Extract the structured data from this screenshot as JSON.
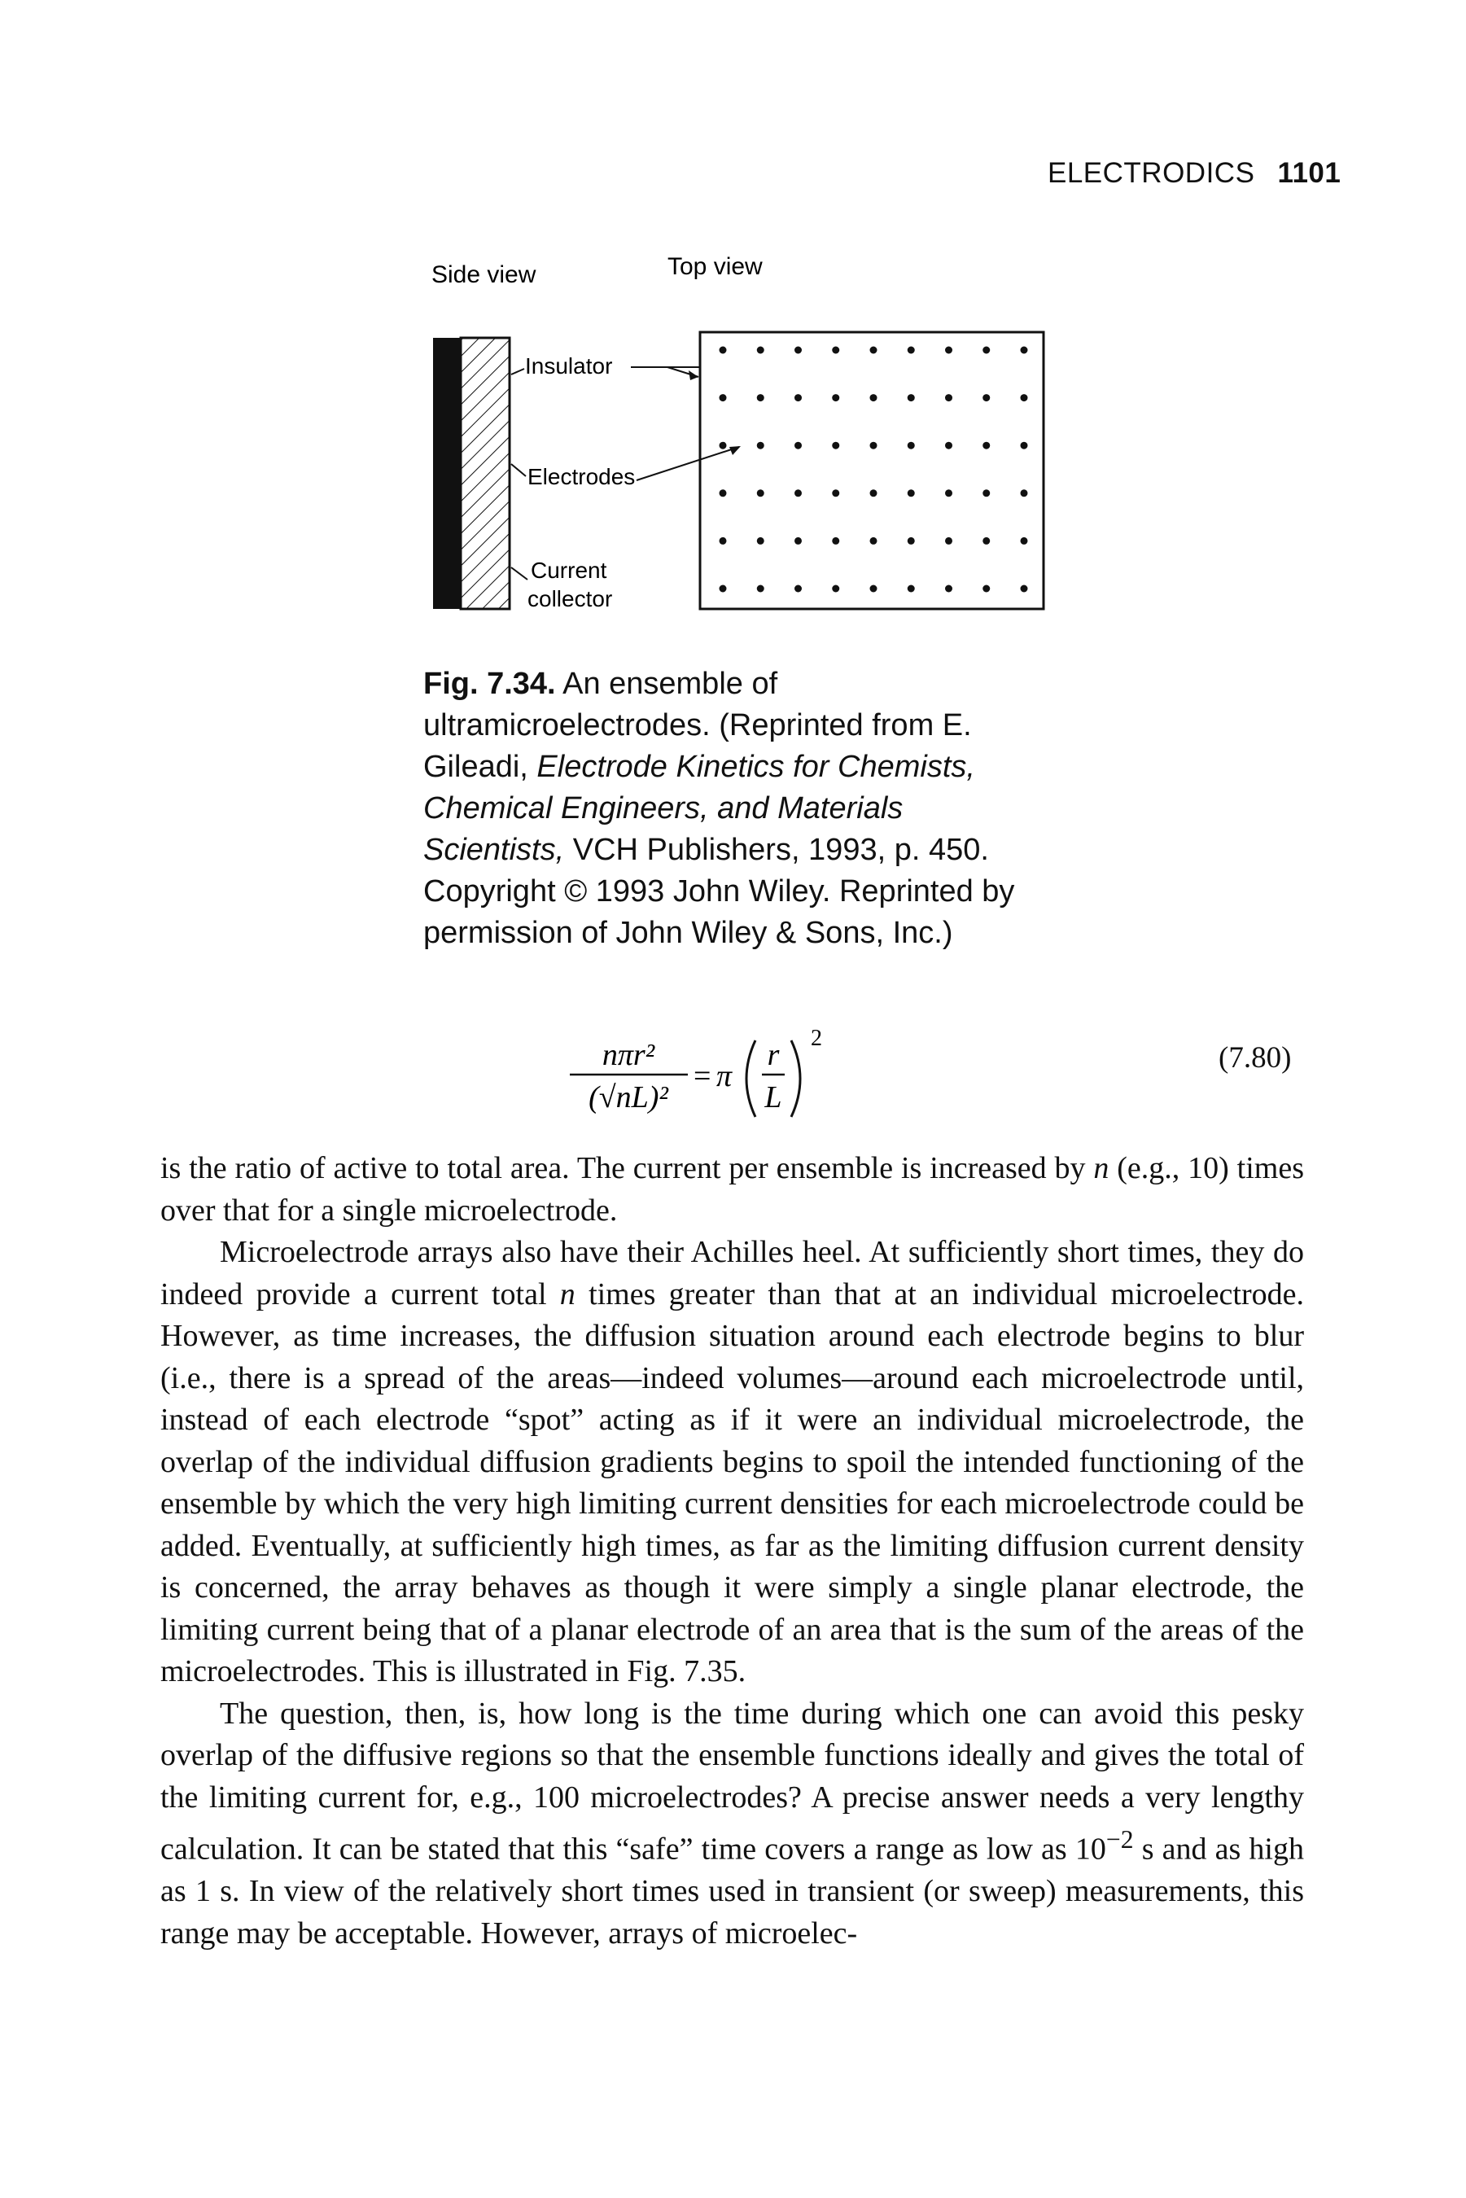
{
  "running_head": {
    "title": "ELECTRODICS",
    "page_number": "1101"
  },
  "figure": {
    "side_view_label": "Side view",
    "top_view_label": "Top view",
    "insulator_label": "Insulator",
    "electrodes_label": "Electrodes",
    "current_label": "Current",
    "collector_label": "collector",
    "grid_rows": 6,
    "grid_columns": 9
  },
  "caption": {
    "figure_number": "Fig. 7.34.",
    "text_1": "An ensemble of ultramicroelectrodes. (Reprinted from E. Gileadi, ",
    "book_title": "Electrode Kinetics for Chemists, Chemical Engineers, and Materials Scientists,",
    "text_2": " VCH Publishers, 1993, p. 450. Copyright © 1993 John Wiley. Reprinted by permission of John Wiley & Sons, Inc.)"
  },
  "equation": {
    "lhs_numerator": "nπr²",
    "lhs_denominator": "(√nL)²",
    "equals": "=",
    "pi": "π",
    "fraction_numerator": "r",
    "fraction_denominator": "L",
    "exponent": "2",
    "number": "(7.80)"
  },
  "body": {
    "p1_a": "is the ratio of active to total area. The current per ensemble is increased by ",
    "p1_n": "n",
    "p1_b": " (e.g., 10) times over that for a single microelectrode.",
    "p2_a": "Microelectrode arrays also have their Achilles heel. At sufficiently short times, they do indeed provide a current total ",
    "p2_n": "n",
    "p2_b": " times greater than that at an individual microelectrode. However, as time increases, the diffusion situation around each electrode begins to blur (i.e., there is a spread of the areas—indeed volumes—around each microelectrode until, instead of each electrode “spot” acting as if it were an individual microelectrode, the overlap of the individual diffusion gradients begins to spoil the intended functioning of the ensemble by which the very high limiting current densities for each microelectrode could be added. Eventually, at sufficiently high times, as far as the limiting diffusion current density is concerned, the array behaves as though it were simply a single planar electrode, the limiting current being that of a planar electrode of an area that is the sum of the areas of the microelectrodes. This is illustrated in Fig. 7.35.",
    "p3_a": "The question, then, is, how long is the time during which one can avoid this pesky overlap of the diffusive regions so that the ensemble functions ideally and gives the total of the limiting current for, e.g., 100 microelectrodes? A precise answer needs a very lengthy calculation. It can be stated that this “safe” time covers a range as low as ",
    "p3_power_base": "10",
    "p3_power_exp": "−2",
    "p3_b": " s and as high as 1 s. In view of the relatively short times used in transient (or sweep) measurements, this range may be acceptable. However, arrays of microelec-"
  }
}
